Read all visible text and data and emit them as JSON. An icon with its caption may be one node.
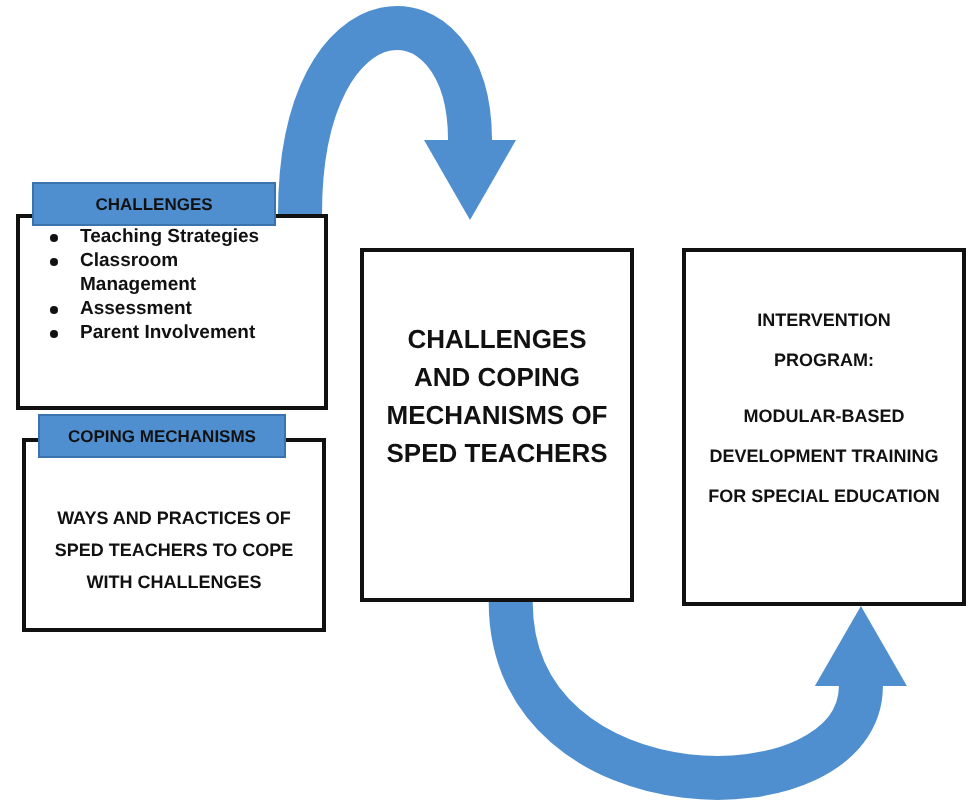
{
  "diagram": {
    "nodes": [
      {
        "text": [
          "CHALLENGES",
          "Teaching Strategies",
          "Classroom Management",
          "Assessment",
          "Parent Involvement"
        ]
      },
      {
        "text": [
          "COPING MECHANISMS",
          "WAYS AND PRACTICES OF SPED TEACHERS TO COPE WITH CHALLENGES"
        ]
      },
      {
        "text": [
          "CHALLENGES AND COPING MECHANISMS OF SPED TEACHERS"
        ]
      },
      {
        "text": [
          "INTERVENTION PROGRAM:",
          "MODULAR-BASED DEVELOPMENT TRAINING FOR SPECIAL EDUCATION"
        ]
      }
    ],
    "edges": [
      {
        "from": 0,
        "to": 2,
        "arrow": "to"
      },
      {
        "from": 2,
        "to": 3,
        "arrow": "to"
      }
    ]
  }
}
